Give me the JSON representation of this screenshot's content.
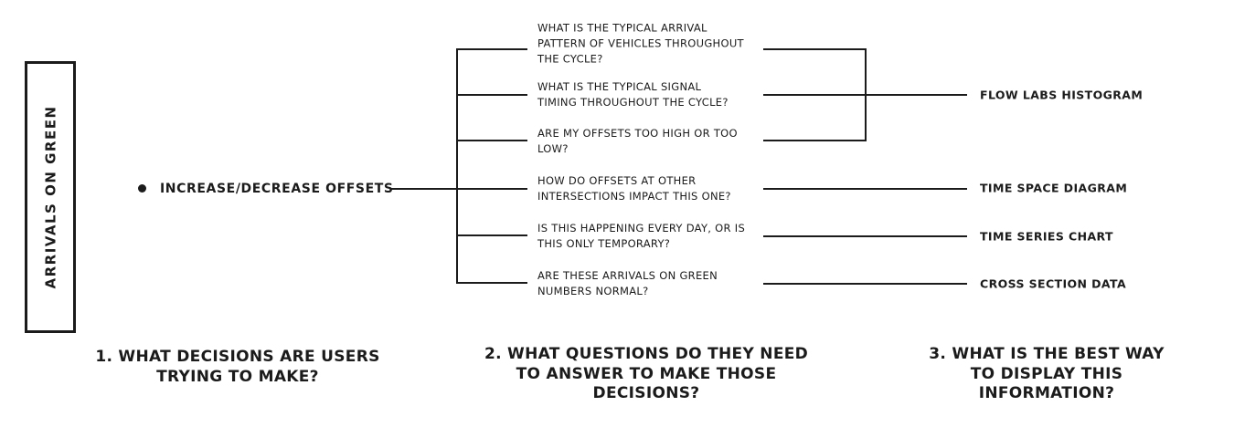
{
  "diagram": {
    "colors": {
      "ink": "#1b1b1b",
      "background": "#ffffff"
    },
    "row_label": "ARRIVALS ON GREEN",
    "decision": {
      "label": "INCREASE/DECREASE OFFSETS"
    },
    "questions": [
      {
        "text": "WHAT IS THE TYPICAL ARRIVAL\nPATTERN OF VEHICLES THROUGHOUT\nTHE CYCLE?"
      },
      {
        "text": "WHAT IS THE TYPICAL SIGNAL\nTIMING THROUGHOUT THE CYCLE?"
      },
      {
        "text": "ARE MY OFFSETS TOO HIGH OR TOO\nLOW?"
      },
      {
        "text": "HOW DO OFFSETS AT OTHER\nINTERSECTIONS IMPACT THIS ONE?"
      },
      {
        "text": "IS THIS HAPPENING EVERY DAY, OR IS\nTHIS ONLY TEMPORARY?"
      },
      {
        "text": "ARE THESE ARRIVALS ON GREEN\nNUMBERS NORMAL?"
      }
    ],
    "displays": [
      {
        "label": "FLOW LABS HISTOGRAM"
      },
      {
        "label": "TIME SPACE DIAGRAM"
      },
      {
        "label": "TIME SERIES CHART"
      },
      {
        "label": "CROSS SECTION DATA"
      }
    ],
    "column_headers": [
      {
        "text": "1. WHAT DECISIONS ARE USERS\nTRYING TO MAKE?"
      },
      {
        "text": "2. WHAT QUESTIONS DO THEY NEED\nTO ANSWER TO MAKE THOSE\nDECISIONS?"
      },
      {
        "text": "3. WHAT IS THE BEST WAY\nTO DISPLAY THIS\nINFORMATION?"
      }
    ]
  }
}
